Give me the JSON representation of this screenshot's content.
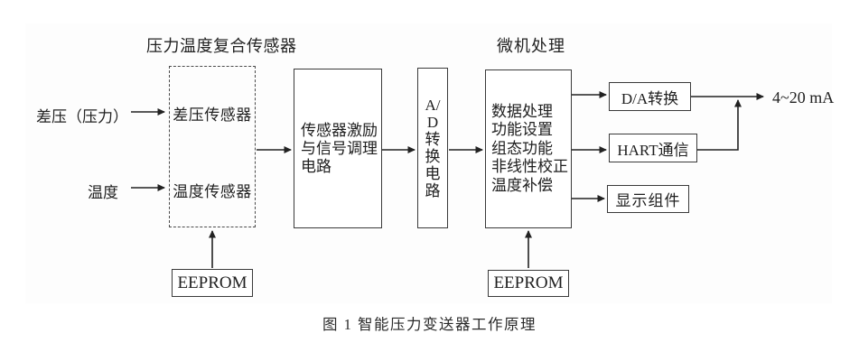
{
  "figure": {
    "caption": "图 1  智能压力变送器工作原理",
    "group_labels": {
      "sensor_group": "压力温度复合传感器",
      "mcu_group": "微机处理"
    },
    "inputs": {
      "differential_pressure": "差压（压力）",
      "temperature": "温度"
    },
    "output": {
      "current_loop": "4~20 mA"
    },
    "blocks": {
      "dp_sensor": "差压传感器",
      "temp_sensor": "温度传感器",
      "signal_conditioning": "传感器激励\n与信号调理\n电路",
      "adc": "A/\nD\n转\n换\n电\n路",
      "mcu_functions": "数据处理\n功能设置\n组态功能\n非线性校正\n温度补偿",
      "dac": "D/A转换",
      "hart": "HART通信",
      "display": "显示组件",
      "eeprom_sensor": "EEPROM",
      "eeprom_mcu": "EEPROM"
    },
    "colors": {
      "line": "#222222",
      "border": "#3a3a3a",
      "text": "#1e1e1e",
      "background": "#ffffff"
    }
  }
}
